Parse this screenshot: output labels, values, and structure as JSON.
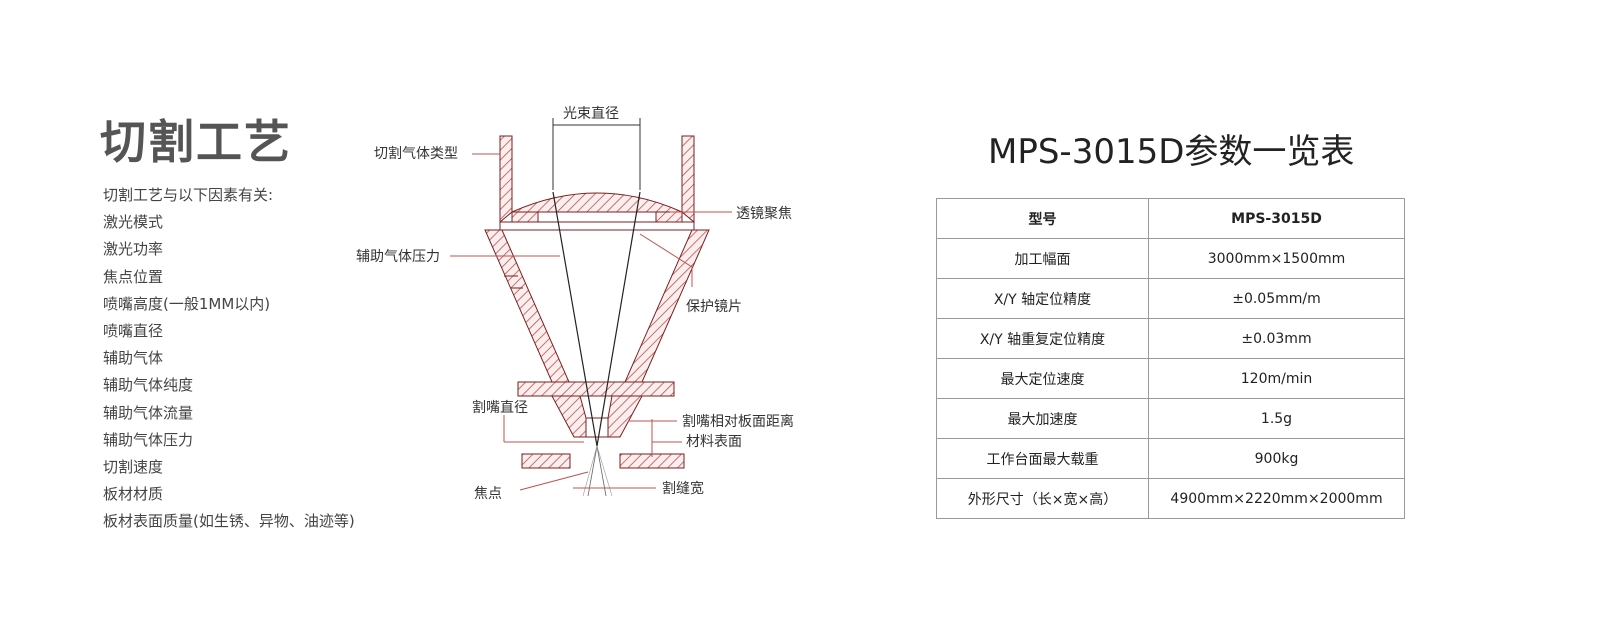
{
  "left": {
    "title": "切割工艺",
    "factors": [
      "切割工艺与以下因素有关:",
      "激光模式",
      "激光功率",
      "焦点位置",
      "喷嘴高度(一般1MM以内)",
      "喷嘴直径",
      "辅助气体",
      "辅助气体纯度",
      "辅助气体流量",
      "辅助气体压力",
      "切割速度",
      "板材材质",
      "板材表面质量(如生锈、异物、油迹等)"
    ]
  },
  "diagram": {
    "labels": {
      "beam_diameter": "光束直径",
      "gas_type": "切割气体类型",
      "lens_focus": "透镜聚焦",
      "gas_pressure": "辅助气体压力",
      "protective_lens": "保护镜片",
      "nozzle_diameter": "割嘴直径",
      "nozzle_distance": "割嘴相对板面距离",
      "material_surface": "材料表面",
      "focus_point": "焦点",
      "kerf_width": "割缝宽"
    },
    "colors": {
      "hatch": "#c0504d",
      "line": "#222222"
    }
  },
  "spec": {
    "title": "MPS-3015D参数一览表",
    "header": [
      "型号",
      "MPS-3015D"
    ],
    "rows": [
      [
        "加工幅面",
        "3000mm×1500mm"
      ],
      [
        "X/Y 轴定位精度",
        "±0.05mm/m"
      ],
      [
        "X/Y 轴重复定位精度",
        "±0.03mm"
      ],
      [
        "最大定位速度",
        "120m/min"
      ],
      [
        "最大加速度",
        "1.5g"
      ],
      [
        "工作台面最大载重",
        "900kg"
      ],
      [
        "外形尺寸（长×宽×高）",
        "4900mm×2220mm×2000mm"
      ]
    ]
  }
}
